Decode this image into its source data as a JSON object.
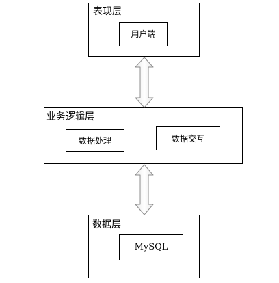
{
  "layers": {
    "presentation": {
      "title": "表现层",
      "components": {
        "client": "用户端"
      }
    },
    "business": {
      "title": "业务逻辑层",
      "components": {
        "data_processing": "数据处理",
        "data_interaction": "数据交互"
      }
    },
    "data": {
      "title": "数据层",
      "components": {
        "database": "MySQL"
      }
    }
  },
  "colors": {
    "border": "#000000",
    "arrow_fill": "#ffffff",
    "arrow_stroke": "#8c8c8c"
  },
  "connections": [
    {
      "from": "presentation",
      "to": "business",
      "direction": "bidirectional"
    },
    {
      "from": "business",
      "to": "data",
      "direction": "bidirectional"
    }
  ]
}
